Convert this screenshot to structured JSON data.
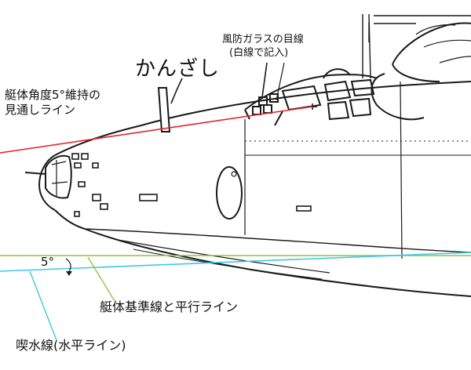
{
  "labels": {
    "windshield_line": "風防ガラスの目線",
    "windshield_line_sub": "(白線で記入)",
    "kanzashi": "かんざし",
    "sight_line_1": "艇体角度5°維持の",
    "sight_line_2": "見通しライン",
    "angle": "5°",
    "datum_parallel": "艇体基準線と平行ライン",
    "waterline": "喫水線(水平ライン)"
  },
  "colors": {
    "sight_line": "#e8202a",
    "datum_line": "#8cc63f",
    "waterline": "#3cc8e8",
    "outline": "#1a1a1a"
  }
}
